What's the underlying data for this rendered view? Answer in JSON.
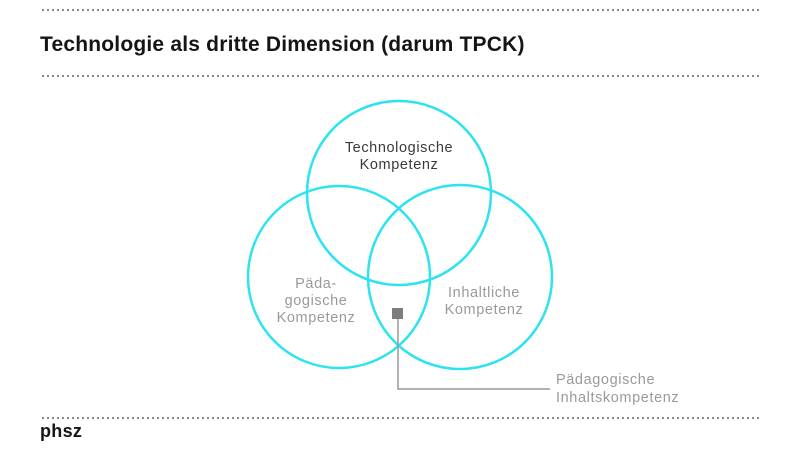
{
  "slide": {
    "title": "Technologie als dritte Dimension (darum TPCK)",
    "footer_logo": "phsz"
  },
  "colors": {
    "circle_stroke": "#2ee3f0",
    "title_text": "#151515",
    "gray_text": "#9a9a9a",
    "dark_label_text": "#3a3a3a",
    "marker": "#7d7d7d",
    "connector": "#9a9a9a",
    "divider": "#878787",
    "background": "#ffffff"
  },
  "venn": {
    "circles": [
      {
        "name": "technological-competence",
        "label": "Technologische\nKompetenz"
      },
      {
        "name": "pedagogical-competence",
        "label": "Päda-\ngogische\nKompetenz"
      },
      {
        "name": "content-competence",
        "label": "Inhaltliche\nKompetenz"
      }
    ],
    "annotation": {
      "label": "Pädagogische\nInhaltskompetenz"
    }
  }
}
